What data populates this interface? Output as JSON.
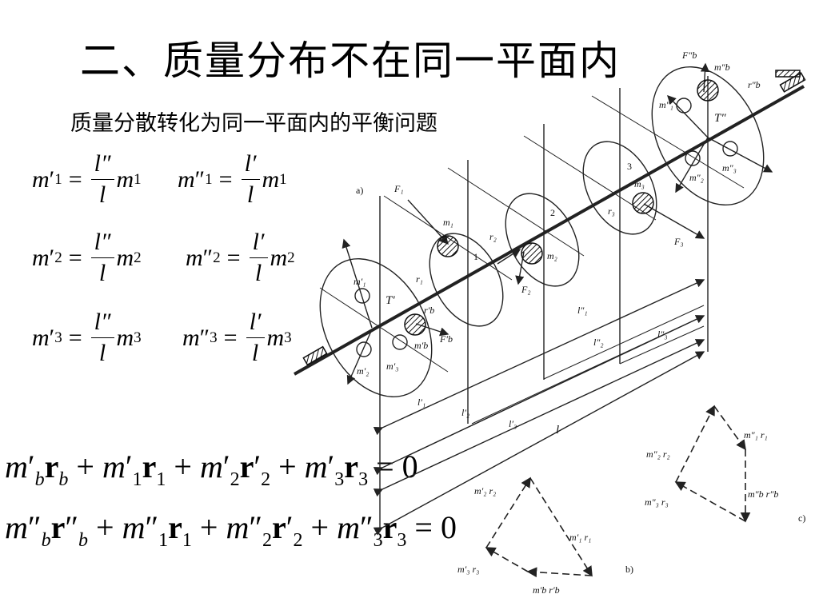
{
  "title": "二、质量分布不在同一平面内",
  "subtitle": "质量分散转化为同一平面内的平衡问题",
  "formulas": {
    "eq_sign": "=",
    "plus": "+",
    "zero": "0",
    "m": "m",
    "l_pp": "l″",
    "l_p": "l′",
    "l": "l",
    "r": "r",
    "prime": "′",
    "dprime": "″",
    "idx1": "1",
    "idx2": "2",
    "idx3": "3",
    "idxb": "b"
  },
  "diagram": {
    "label_a": "a)",
    "label_b": "b)",
    "label_c": "c)",
    "F1": "F₁",
    "F2": "F₂",
    "F3": "F₃",
    "Fpb": "F′b",
    "Fppb": "F″b",
    "m1": "m₁",
    "m2": "m₂",
    "m3": "m₃",
    "disk1": "1",
    "disk2": "2",
    "disk3": "3",
    "r1": "r₁",
    "r2": "r₂",
    "r3": "r₃",
    "rpb": "r′b",
    "rppb": "r″b",
    "Tp": "T′",
    "Tpp": "T″",
    "mp1": "m′₁",
    "mp2": "m′₂",
    "mp3": "m′₃",
    "mpb": "m′b",
    "mpp1": "m″₁",
    "mpp2": "m″₂",
    "mpp3": "m″₃",
    "mppb": "m″b",
    "lp1": "l′₁",
    "lp2": "l′₂",
    "lp3": "l′₃",
    "lpp1": "l″₁",
    "lpp2": "l″₂",
    "lpp3": "l″₃",
    "lbig": "l",
    "b_top": "m′₂ r₂",
    "b_right": "m′₁ r₁",
    "b_left": "m′₃ r₃",
    "b_bottom": "m′b r′b",
    "c_topright": "m″₁ r₁",
    "c_left": "m″₂ r₂",
    "c_bottomleft": "m″₃ r₃",
    "c_bottomright": "m″b r″b"
  }
}
